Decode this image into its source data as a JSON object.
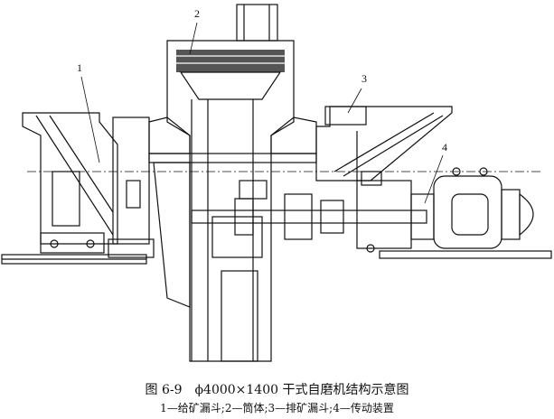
{
  "labels": {
    "l1": "1",
    "l2": "2",
    "l3": "3",
    "l4": "4"
  },
  "caption": {
    "title": "图 6-9　ϕ4000×1400 干式自磨机结构示意图",
    "legend": "1—给矿漏斗;2—筒体;3—排矿漏斗;4—传动装置"
  }
}
